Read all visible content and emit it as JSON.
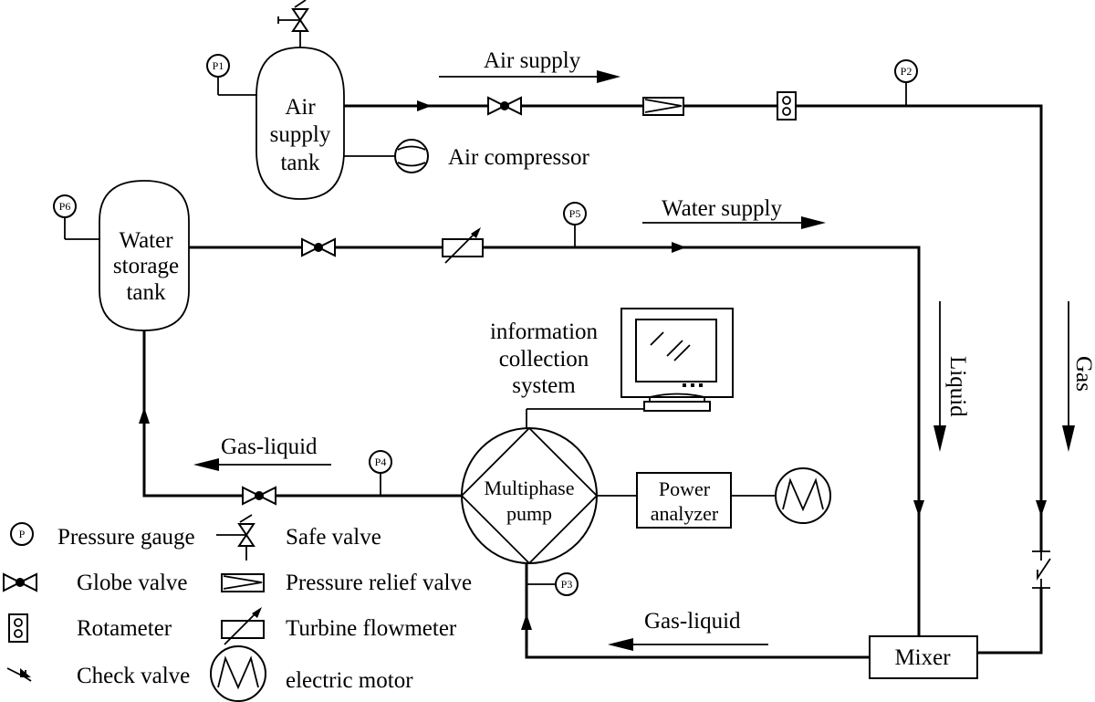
{
  "labels": {
    "air_supply_tank": [
      "Air",
      "supply",
      "tank"
    ],
    "air_compressor": "Air compressor",
    "air_supply": "Air supply",
    "water_storage_tank": [
      "Water",
      "storage",
      "tank"
    ],
    "water_supply": "Water supply",
    "information_system": [
      "information",
      "collection",
      "system"
    ],
    "liquid": "Liquid",
    "gas": "Gas",
    "gas_liquid_return": "Gas-liquid",
    "gas_liquid_inlet": "Gas-liquid",
    "multiphase_pump": [
      "Multiphase",
      "pump"
    ],
    "power_analyzer": [
      "Power",
      "analyzer"
    ],
    "mixer": "Mixer"
  },
  "gauges": {
    "p1": "P1",
    "p2": "P2",
    "p3": "P3",
    "p4": "P4",
    "p5": "P5",
    "p6": "P6"
  },
  "legend": {
    "gauge_symbol": "P",
    "pressure_gauge": "Pressure  gauge",
    "safe_valve": "Safe valve",
    "globe_valve": "Globe valve",
    "pressure_relief_valve": "Pressure relief valve",
    "rotameter": "Rotameter",
    "turbine_flowmeter": "Turbine flowmeter",
    "check_valve": "Check valve",
    "electric_motor": "electric motor"
  }
}
